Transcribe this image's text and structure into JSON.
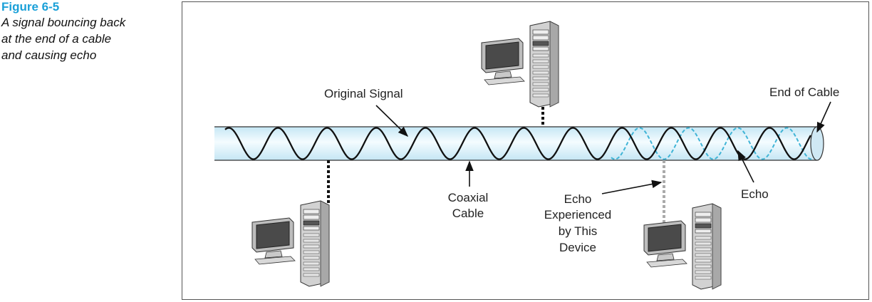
{
  "caption": {
    "figure_number": "Figure 6-5",
    "lines": [
      "A signal bouncing back",
      "at the end of a cable",
      "and causing echo"
    ]
  },
  "labels": {
    "original_signal": "Original Signal",
    "end_of_cable": "End of Cable",
    "coaxial_cable": [
      "Coaxial",
      "Cable"
    ],
    "echo_experienced": [
      "Echo",
      "Experienced",
      "by This",
      "Device"
    ],
    "echo": "Echo"
  },
  "colors": {
    "figure_number": "#1aa0d8",
    "cable_fill": "#d6eef8",
    "cable_highlight": "#f2fbff",
    "echo_wave": "#3fb4d6",
    "signal_wave": "#111111"
  },
  "icons": [
    "computer-icon",
    "computer-icon",
    "computer-icon"
  ]
}
